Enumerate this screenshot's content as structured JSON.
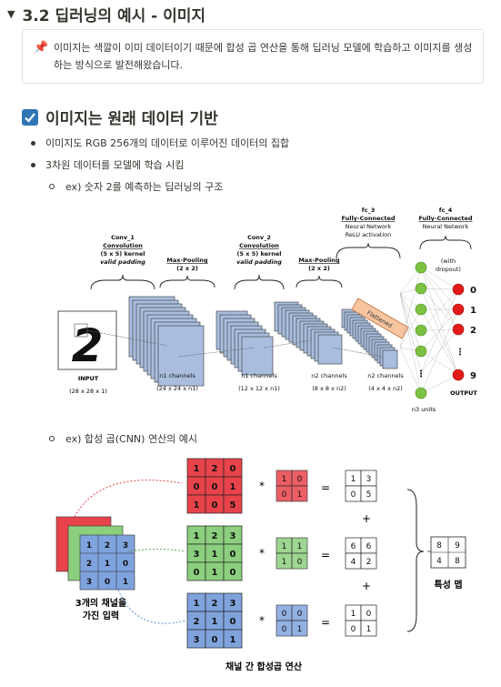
{
  "section": {
    "title": "3.2 딥러닝의 예시 - 이미지"
  },
  "callout": {
    "icon": "pushpin-icon",
    "text": "이미지는 색깔이 이미 데이터이기 때문에 합성 곱 연산을 통해 딥러닝 모델에 학습하고 이미지를 생성하는 방식으로 발전해왔습니다."
  },
  "heading": {
    "text": "이미지는 원래 데이터 기반"
  },
  "bullets": [
    "이미지도 RGB 256개의 데이터로 이루어진 데이터의 집합",
    "3차원 데이터를 모델에 학습 시킴"
  ],
  "sub_bullets": [
    "ex) 숫자 2를 예측하는 딥러닝의 구조",
    "ex) 합성 곱(CNN) 연산의 예시"
  ],
  "cnn_diagram": {
    "input_label": "INPUT",
    "input_dim": "(28 x 28 x 1)",
    "input_digit": "2",
    "conv1": [
      "Conv_1",
      "Convolution",
      "(5 x 5) kernel",
      "valid padding"
    ],
    "pool1": [
      "Max-Pooling",
      "(2 x 2)"
    ],
    "conv2": [
      "Conv_2",
      "Convolution",
      "(5 x 5) kernel",
      "valid padding"
    ],
    "pool2": [
      "Max-Pooling",
      "(2 x 2)"
    ],
    "fc3": [
      "fc_3",
      "Fully-Connected",
      "Neural Network",
      "ReLU activation"
    ],
    "fc4": [
      "fc_4",
      "Fully-Connected",
      "Neural Network"
    ],
    "dropout": [
      "(with",
      "dropout)"
    ],
    "flattened": "Flattened",
    "layers": [
      {
        "name": "n1 channels",
        "dim": "(24 x 24 x n1)"
      },
      {
        "name": "n1 channels",
        "dim": "(12 x 12 x n1)"
      },
      {
        "name": "n2 channels",
        "dim": "(8 x 8 x n2)"
      },
      {
        "name": "n2 channels",
        "dim": "(4 x 4 x n2)"
      }
    ],
    "n3_units": "n3 units",
    "outputs": [
      "0",
      "1",
      "2",
      "⋮",
      "9"
    ],
    "output_label": "OUTPUT",
    "colors": {
      "neuron": "#7cc242",
      "output": "#e31b1b",
      "feature": "#a9bedf",
      "flatten": "#f7c59f"
    }
  },
  "conv_example": {
    "input_label": [
      "3개의 채널을",
      "가진 입력"
    ],
    "footer": "채널 간 합성곱 연산",
    "result_label": "특성 맵",
    "channels": [
      {
        "color": "#e8434a",
        "matrix": [
          [
            "1",
            "2",
            "0"
          ],
          [
            "0",
            "0",
            "1"
          ],
          [
            "1",
            "0",
            "5"
          ]
        ],
        "kernel": [
          [
            "1",
            "0"
          ],
          [
            "0",
            "1"
          ]
        ],
        "result": [
          [
            "1",
            "3"
          ],
          [
            "0",
            "5"
          ]
        ]
      },
      {
        "color": "#8ccf7e",
        "matrix": [
          [
            "1",
            "2",
            "3"
          ],
          [
            "3",
            "1",
            "0"
          ],
          [
            "0",
            "1",
            "0"
          ]
        ],
        "kernel": [
          [
            "1",
            "1"
          ],
          [
            "1",
            "0"
          ]
        ],
        "result": [
          [
            "6",
            "6"
          ],
          [
            "4",
            "2"
          ]
        ]
      },
      {
        "color": "#7fa3dd",
        "matrix": [
          [
            "1",
            "2",
            "3"
          ],
          [
            "2",
            "1",
            "0"
          ],
          [
            "3",
            "0",
            "1"
          ]
        ],
        "kernel": [
          [
            "0",
            "0"
          ],
          [
            "0",
            "1"
          ]
        ],
        "result": [
          [
            "1",
            "0"
          ],
          [
            "0",
            "1"
          ]
        ]
      }
    ],
    "final": [
      [
        "8",
        "9"
      ],
      [
        "4",
        "8"
      ]
    ],
    "star": "*",
    "equals": "=",
    "plus": "+"
  }
}
